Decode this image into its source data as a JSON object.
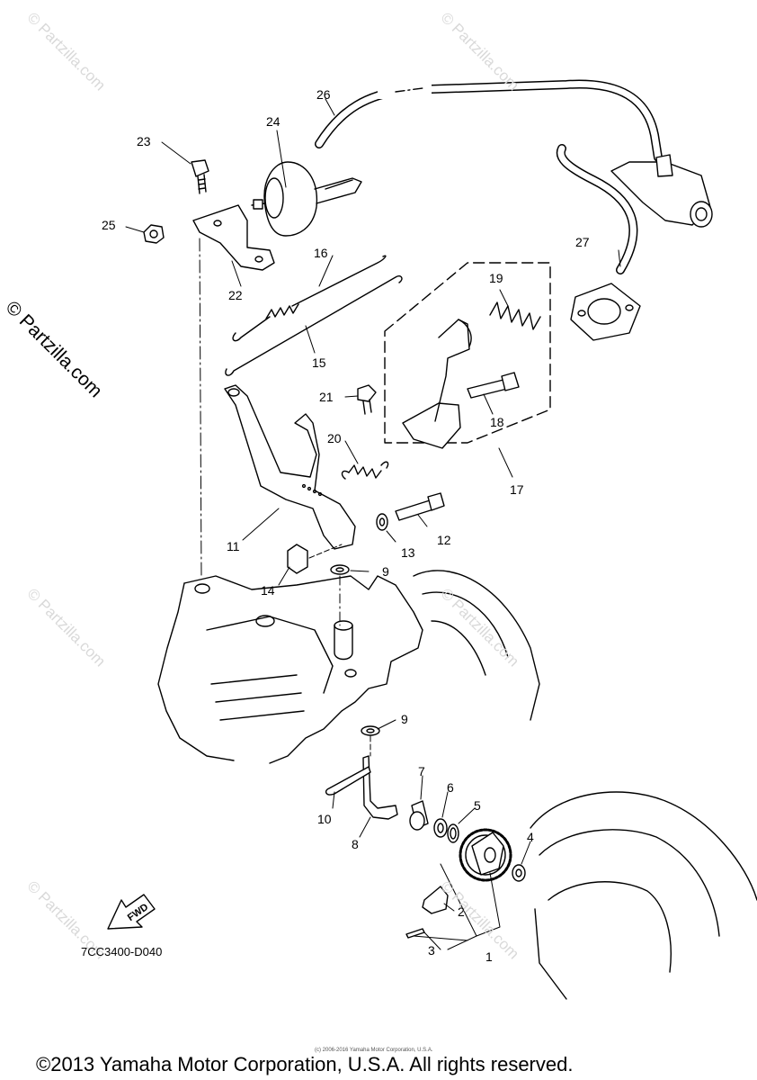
{
  "watermarks": {
    "repeat_text": "© Partzilla.com",
    "side_text": "© Partzilla.com"
  },
  "callouts": [
    "1",
    "2",
    "3",
    "4",
    "5",
    "6",
    "7",
    "8",
    "9",
    "9",
    "10",
    "11",
    "12",
    "13",
    "14",
    "15",
    "16",
    "17",
    "18",
    "19",
    "20",
    "21",
    "22",
    "23",
    "24",
    "25",
    "26",
    "27"
  ],
  "fwd_label": "FWD",
  "drawing_code": "7CC3400-D040",
  "tiny_copyright": "(c) 2006-2016 Yamaha Motor Corporation, U.S.A.",
  "copyright": "©2013 Yamaha Motor Corporation, U.S.A. All rights reserved."
}
